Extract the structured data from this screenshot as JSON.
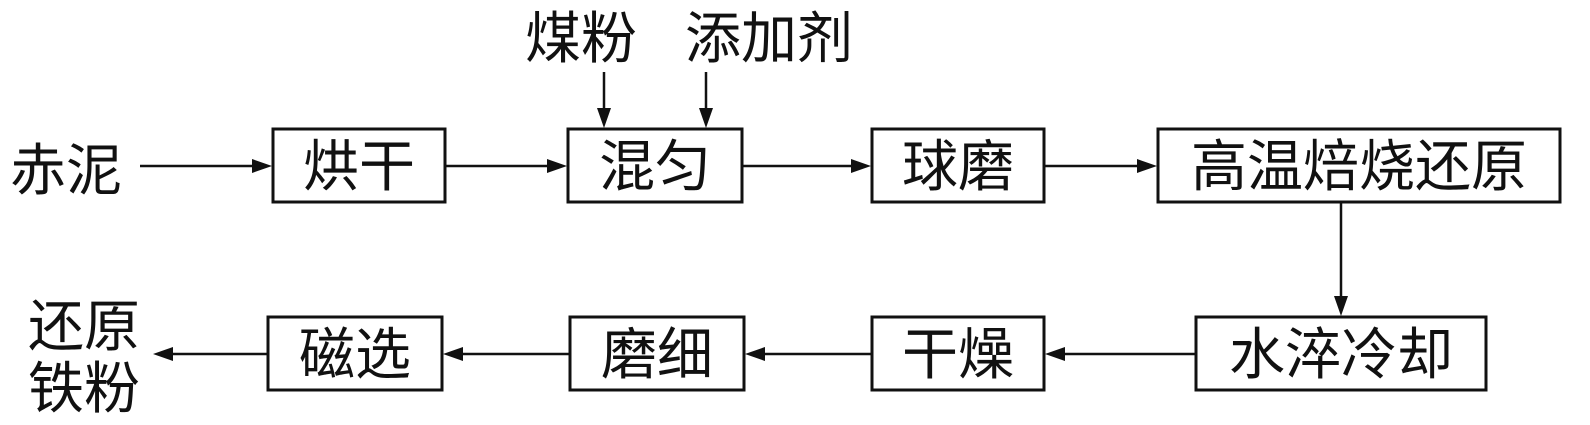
{
  "inputs": {
    "red_mud": "赤泥",
    "coal_powder": "煤粉",
    "additive": "添加剂"
  },
  "steps": {
    "drying_1": "烘干",
    "mixing": "混匀",
    "ball_milling": "球磨",
    "roasting_reduction": "高温焙烧还原",
    "water_quench_cooling": "水淬冷却",
    "drying_2": "干燥",
    "fine_grinding": "磨细",
    "magnetic_separation": "磁选"
  },
  "output": {
    "line1": "还原",
    "line2": "铁粉"
  },
  "colors": {
    "stroke": "#111111",
    "background": "#ffffff"
  }
}
